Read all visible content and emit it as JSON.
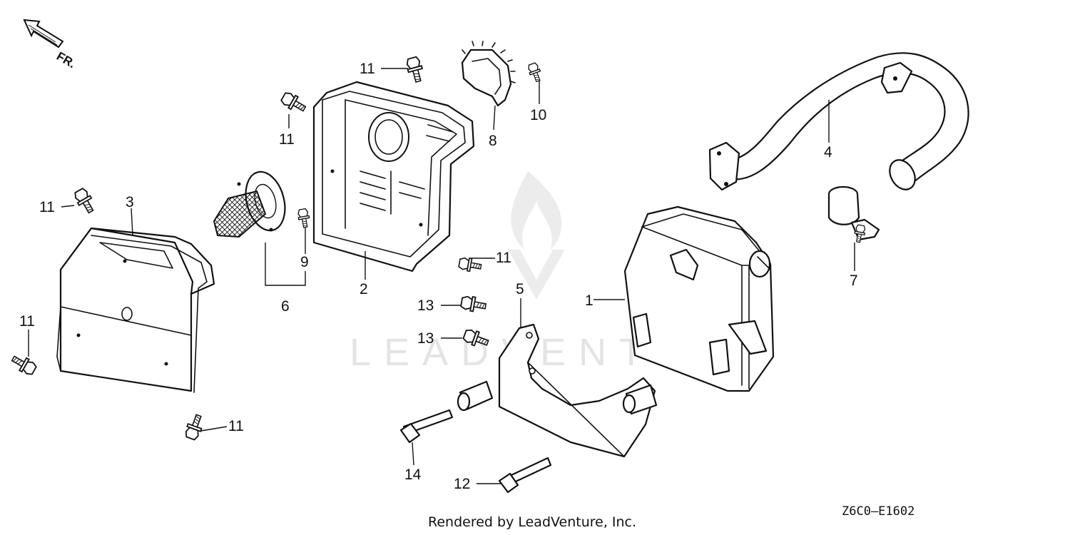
{
  "direction_label": "FR.",
  "watermark_text": "LEADVENTURE",
  "footer_text": "Rendered by LeadVenture, Inc.",
  "diagram_code": "Z6C0—E1602",
  "callouts": {
    "c1": "1",
    "c2": "2",
    "c3": "3",
    "c4": "4",
    "c5": "5",
    "c6": "6",
    "c7": "7",
    "c8": "8",
    "c9": "9",
    "c10": "10",
    "c11a": "11",
    "c11b": "11",
    "c11c": "11",
    "c11d": "11",
    "c11e": "11",
    "c11f": "11",
    "c12": "12",
    "c13a": "13",
    "c13b": "13",
    "c14": "14"
  }
}
